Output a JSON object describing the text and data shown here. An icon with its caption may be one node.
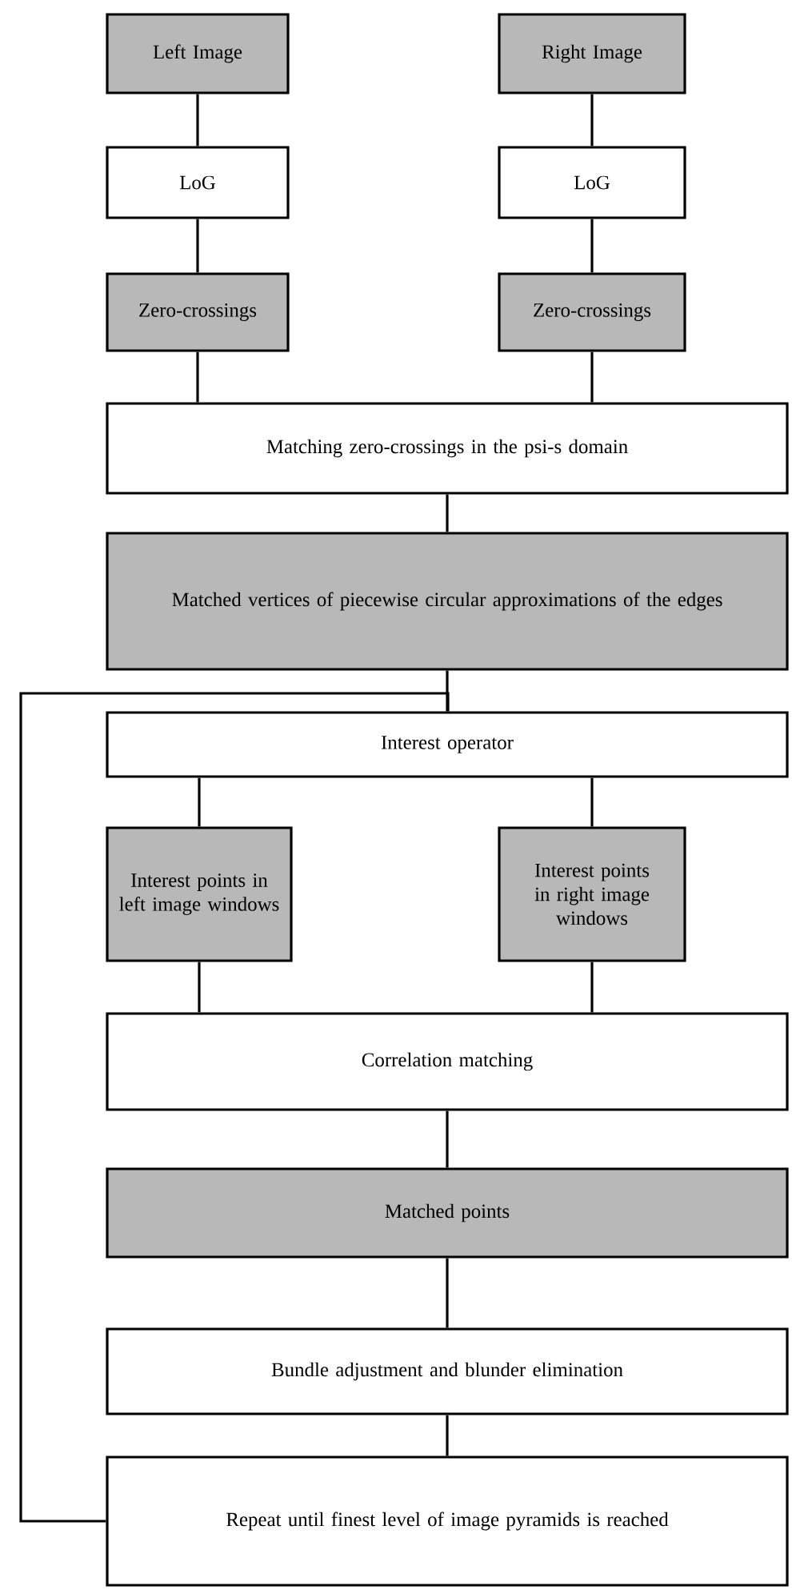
{
  "diagram": {
    "nodes": [
      {
        "text": [
          "Left Image"
        ]
      },
      {
        "text": [
          "Right Image"
        ]
      },
      {
        "text": [
          "LoG"
        ]
      },
      {
        "text": [
          "LoG"
        ]
      },
      {
        "text": [
          "Zero-crossings"
        ]
      },
      {
        "text": [
          "Zero-crossings"
        ]
      },
      {
        "text": [
          "Matching zero-crossings in the psi-s domain"
        ]
      },
      {
        "text": [
          "Matched vertices of piecewise circular approximations of the edges"
        ]
      },
      {
        "text": [
          "Interest operator"
        ]
      },
      {
        "text": [
          "Interest points in left image windows"
        ]
      },
      {
        "text": [
          "Interest points in right image windows"
        ]
      },
      {
        "text": [
          "Correlation matching"
        ]
      },
      {
        "text": [
          "Matched points"
        ]
      },
      {
        "text": [
          "Bundle adjustment and blunder elimination"
        ]
      },
      {
        "text": [
          "Repeat until finest level of image pyramids is reached"
        ]
      }
    ],
    "edges": [
      {
        "from": 0,
        "to": 2,
        "arrow": "none"
      },
      {
        "from": 1,
        "to": 3,
        "arrow": "none"
      },
      {
        "from": 2,
        "to": 4,
        "arrow": "none"
      },
      {
        "from": 3,
        "to": 5,
        "arrow": "none"
      },
      {
        "from": 4,
        "to": 6,
        "arrow": "none"
      },
      {
        "from": 5,
        "to": 6,
        "arrow": "none"
      },
      {
        "from": 6,
        "to": 7,
        "arrow": "none"
      },
      {
        "from": 7,
        "to": 8,
        "arrow": "none"
      },
      {
        "from": 8,
        "to": 9,
        "arrow": "none"
      },
      {
        "from": 8,
        "to": 10,
        "arrow": "none"
      },
      {
        "from": 9,
        "to": 11,
        "arrow": "none"
      },
      {
        "from": 10,
        "to": 11,
        "arrow": "none"
      },
      {
        "from": 11,
        "to": 12,
        "arrow": "none"
      },
      {
        "from": 12,
        "to": 13,
        "arrow": "none"
      },
      {
        "from": 13,
        "to": 14,
        "arrow": "none"
      },
      {
        "from": 14,
        "to": 8,
        "arrow": "none"
      }
    ]
  }
}
